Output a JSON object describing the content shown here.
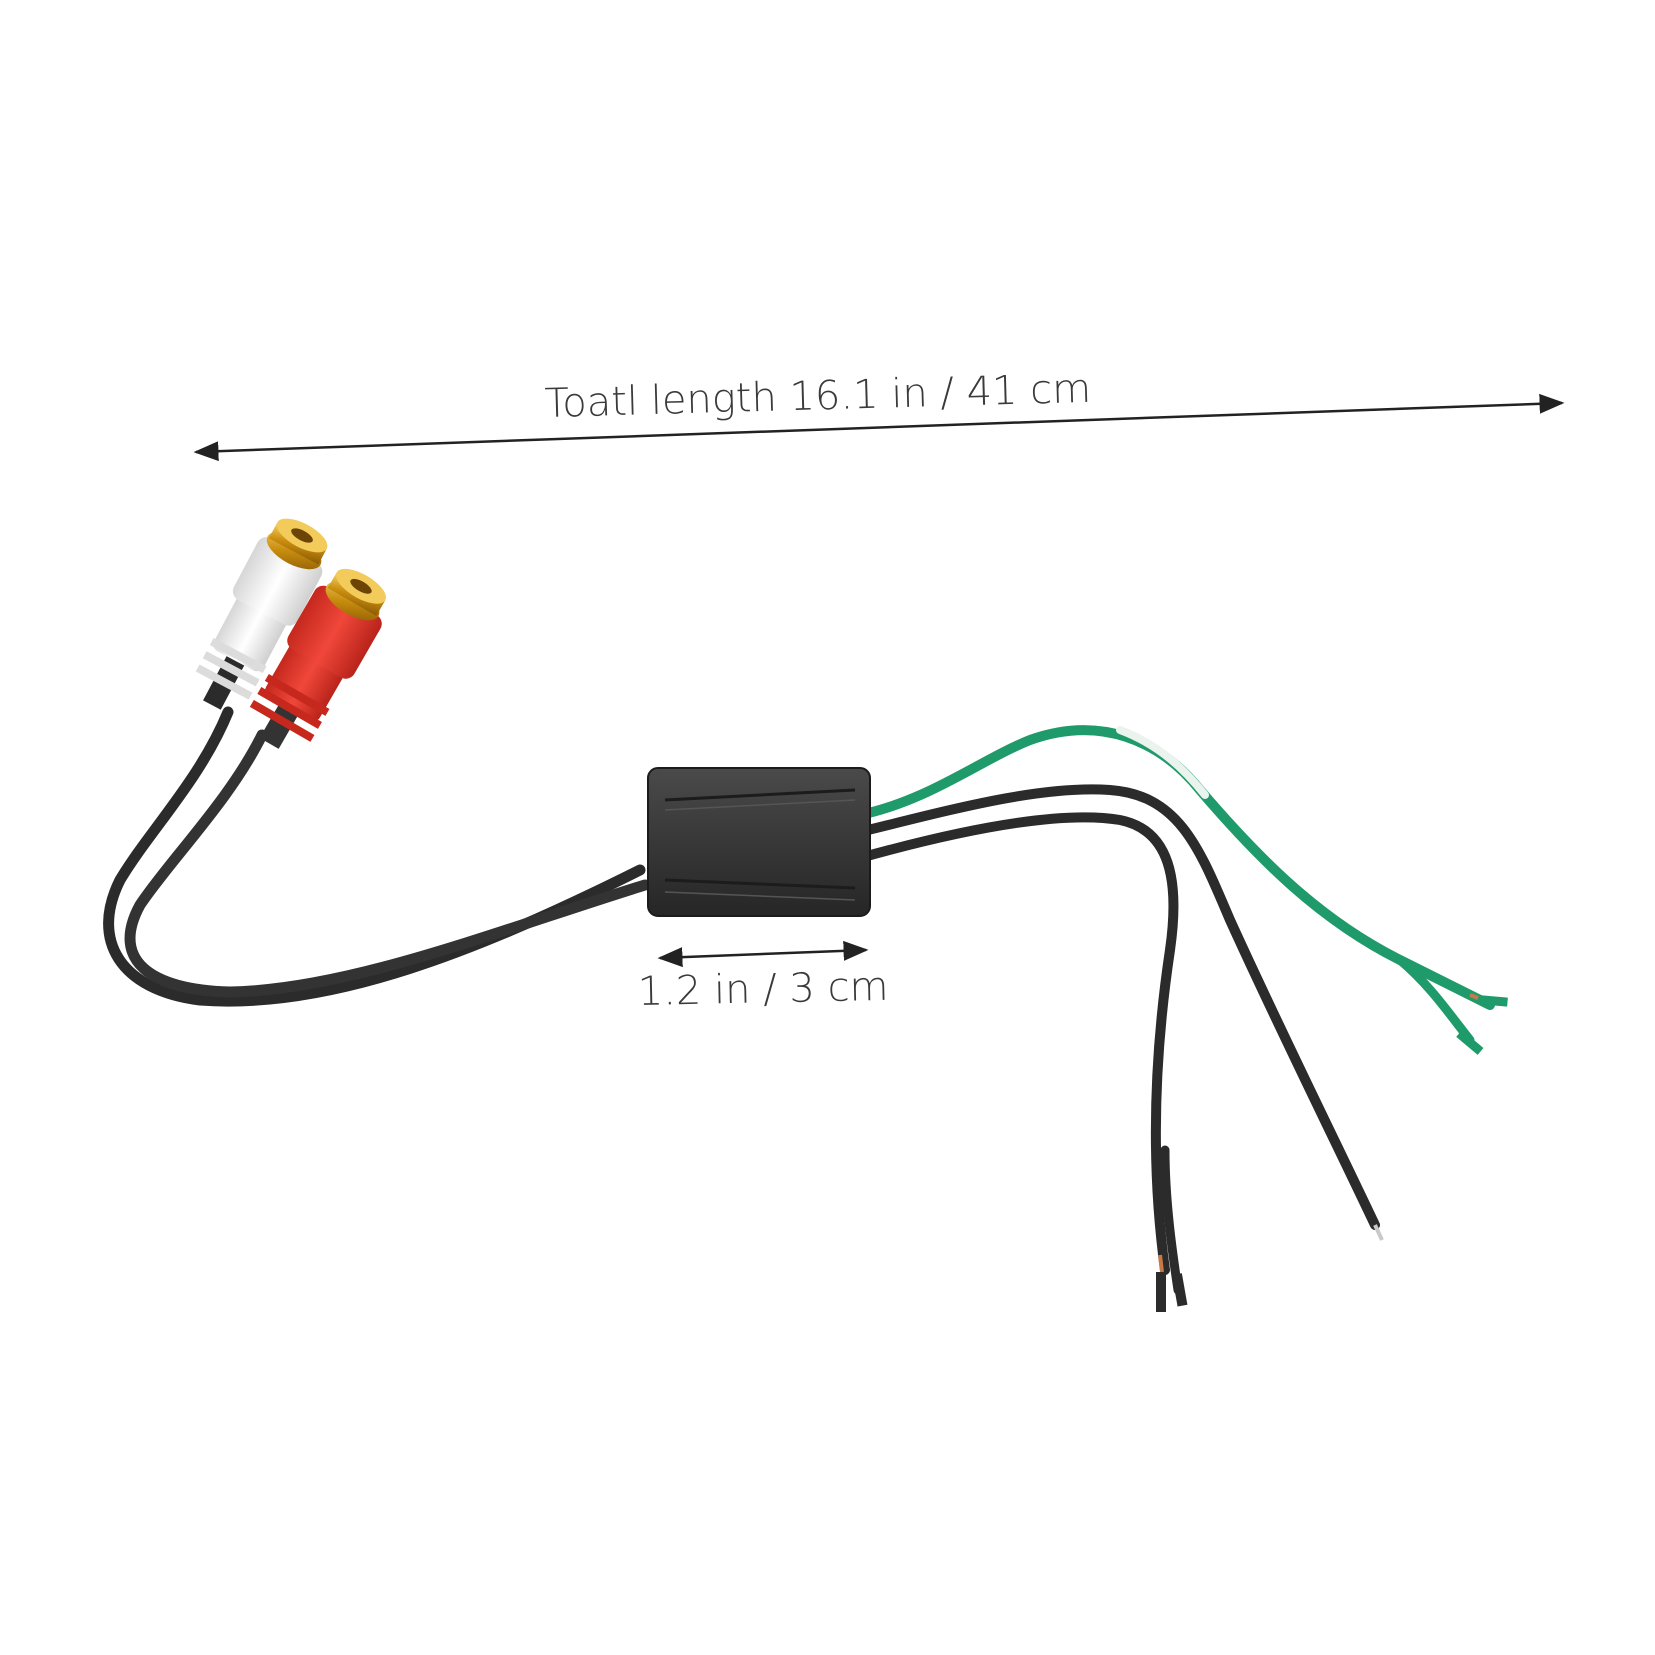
{
  "dimensions": {
    "total_length_label": "Toatl length  16.1 in / 41  cm",
    "box_length_label": "1.2 in / 3  cm"
  },
  "colors": {
    "background": "#ffffff",
    "cable_black": "#2b2b2b",
    "wire_green": "#1f9a6a",
    "connector_white": "#f2f2f2",
    "connector_red": "#e53a2c",
    "connector_gold": "#d4a017",
    "box_body": "#333333",
    "copper_tip": "#c77a45",
    "dimension_line": "#222222"
  },
  "objects": [
    {
      "name": "RCA connector",
      "color": "white"
    },
    {
      "name": "RCA connector",
      "color": "red"
    },
    {
      "name": "noise filter box",
      "color": "black"
    },
    {
      "name": "wire",
      "color": "green/white"
    },
    {
      "name": "wire",
      "color": "black"
    }
  ]
}
